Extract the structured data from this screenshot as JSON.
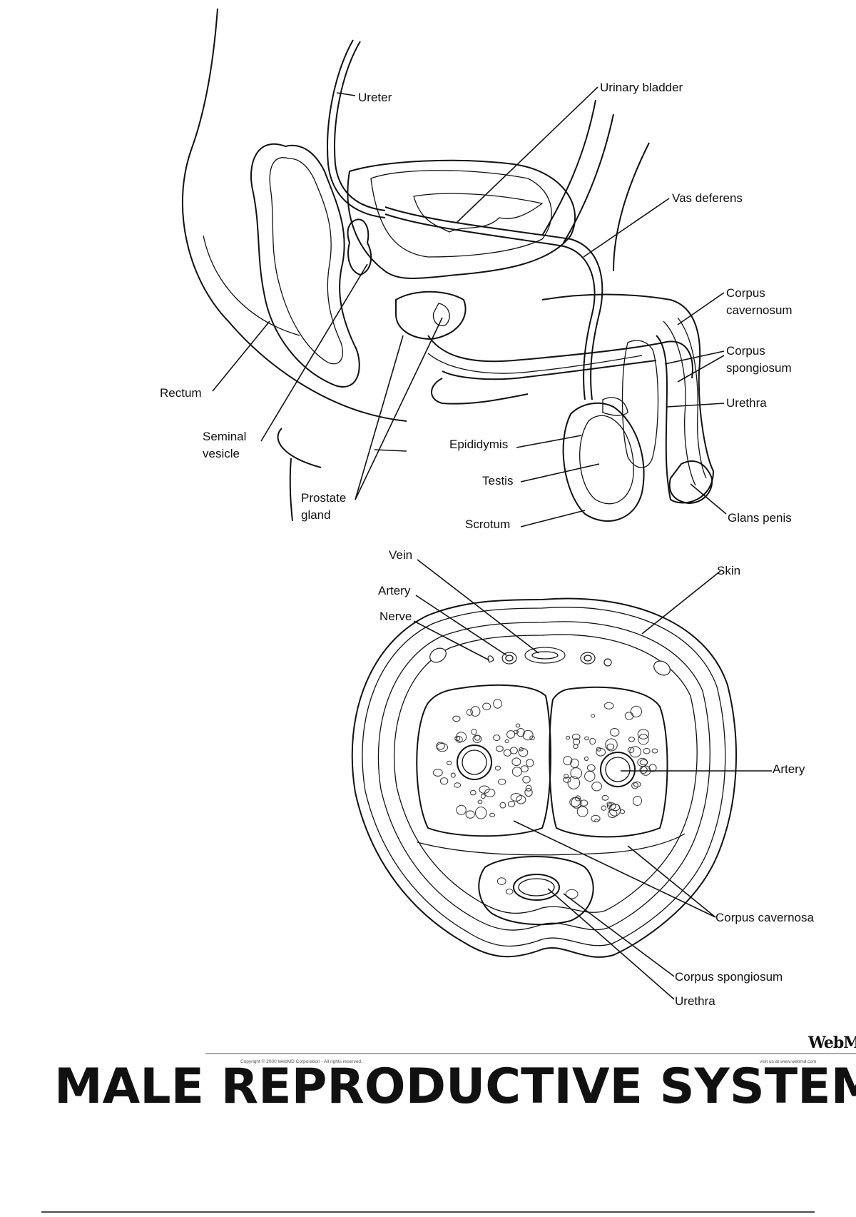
{
  "sagittal_labels": {
    "ureter": "Ureter",
    "urinary_bladder": "Urinary bladder",
    "vas_deferens": "Vas deferens",
    "corpus_cavernosum_1": "Corpus",
    "corpus_cavernosum_2": "cavernosum",
    "corpus_spongiosum_1": "Corpus",
    "corpus_spongiosum_2": "spongiosum",
    "urethra": "Urethra",
    "rectum": "Rectum",
    "seminal_vesicle_1": "Seminal",
    "seminal_vesicle_2": "vesicle",
    "epididymis": "Epididymis",
    "testis": "Testis",
    "prostate_gland_1": "Prostate",
    "prostate_gland_2": "gland",
    "scrotum": "Scrotum",
    "glans_penis": "Glans penis"
  },
  "cross_section_labels": {
    "vein": "Vein",
    "artery_top": "Artery",
    "nerve": "Nerve",
    "skin": "Skin",
    "artery_right": "Artery",
    "corpus_cavernosa": "Corpus cavernosa",
    "corpus_spongiosum": "Corpus spongiosum",
    "urethra": "Urethra"
  },
  "footer": {
    "logo": "WebMD",
    "copyright": "Copyright © 2000 WebMD Corporation - All rights reserved.",
    "visit": "visit us at www.webmd.com"
  },
  "title": "MALE REPRODUCTIVE SYSTEM"
}
